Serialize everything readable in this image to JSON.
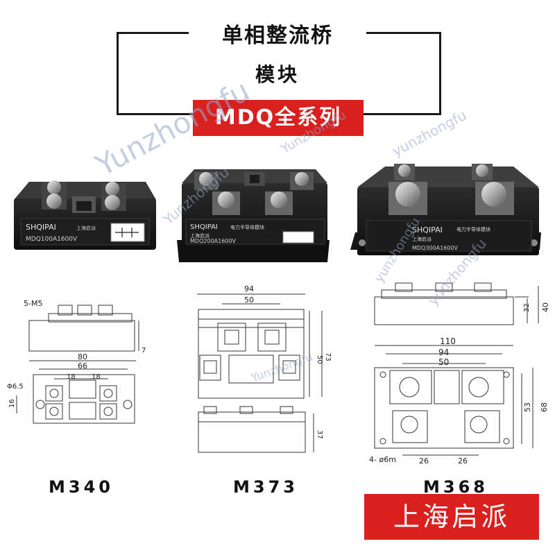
{
  "title": {
    "line1": "单相整流桥",
    "line2": "模块",
    "series": "MDQ全系列"
  },
  "products": {
    "m340": {
      "brand": "SHQIPAI",
      "brand_cn": "上海启派",
      "part_number": "MDQ100A1600V",
      "model": "M340"
    },
    "m373": {
      "brand": "SHQIPAI",
      "brand_cn": "上海启派",
      "desc": "电力半导体模块",
      "part_number": "MDQ200A1600V",
      "model": "M373"
    },
    "m368": {
      "brand": "SHQIPAI",
      "brand_cn": "上海启派",
      "desc": "电力半导体模块",
      "part_number": "MDQ300A1600V",
      "model": "M368"
    }
  },
  "drawings": {
    "m340": {
      "screws": "5-M5",
      "width": "80",
      "pitch": "66",
      "hole_pitch": "18",
      "hole": "Φ6.5",
      "height": "16",
      "side": "7"
    },
    "m373": {
      "width": "94",
      "pitch": "50",
      "height": "73",
      "inner": "50",
      "side_height": "37"
    },
    "m368": {
      "height": "32",
      "total_height": "40",
      "width": "110",
      "pitch": "94",
      "inner": "50",
      "depth": "53",
      "total_depth": "68",
      "holes": "4- ø6m",
      "pitch_a": "26",
      "pitch_b": "26"
    }
  },
  "brand_banner": "上海启派",
  "watermark": "Yunzhongfu",
  "watermark_lower": "yunzhongfu"
}
